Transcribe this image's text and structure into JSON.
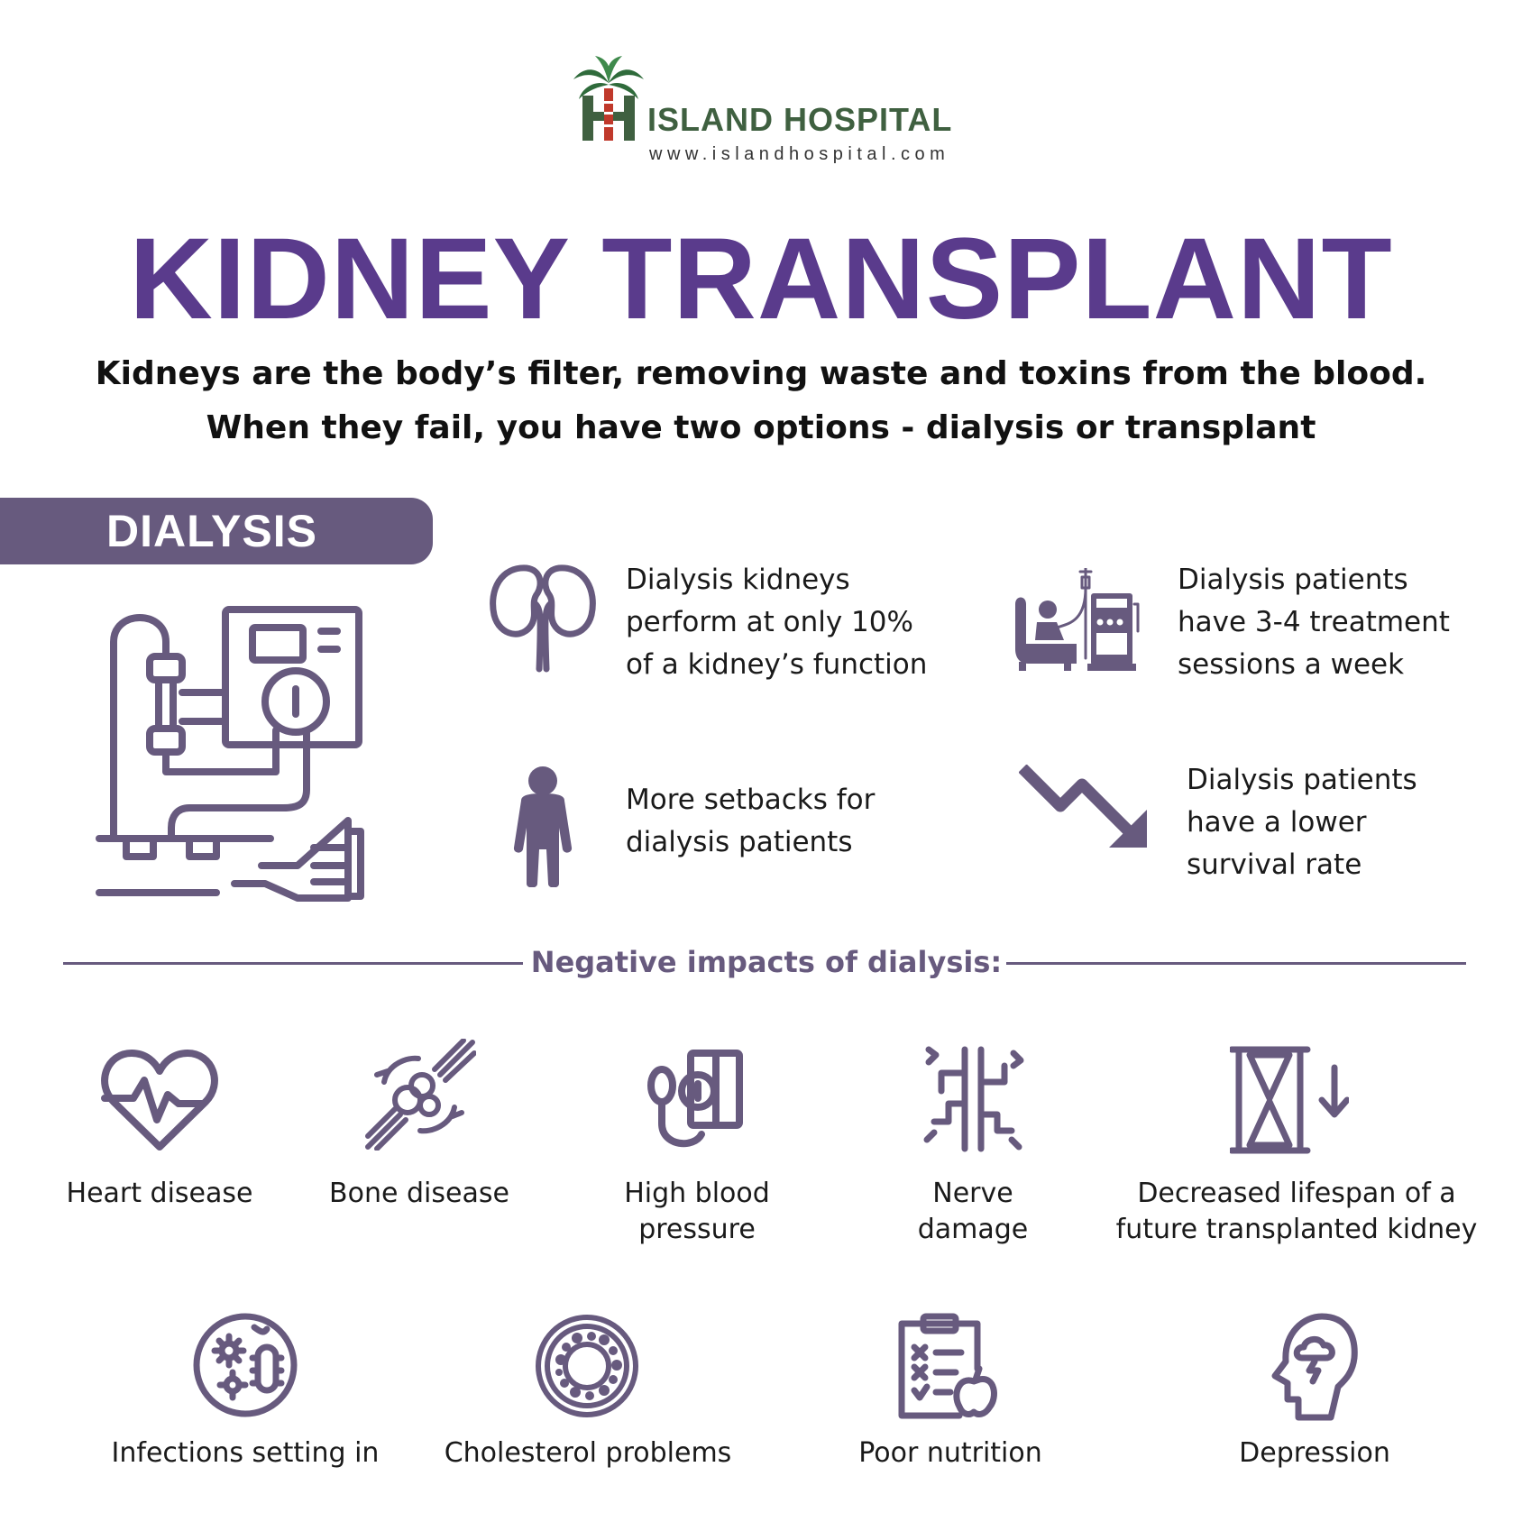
{
  "header": {
    "brand_name": "ISLAND HOSPITAL",
    "brand_url": "www.islandhospital.com"
  },
  "title": "KIDNEY TRANSPLANT",
  "intro": [
    "Kidneys are the body’s filter, removing waste and toxins from the blood.",
    "When they fail, you have two options - dialysis or transplant"
  ],
  "dialysis": {
    "label": "DIALYSIS",
    "facts": [
      {
        "icon": "kidneys-icon",
        "lines": [
          "Dialysis kidneys",
          "perform at only 10%",
          "of a kidney’s function"
        ]
      },
      {
        "icon": "patient-dialysis-machine-icon",
        "lines": [
          "Dialysis patients",
          "have 3-4 treatment",
          "sessions a week"
        ]
      },
      {
        "icon": "tired-person-icon",
        "lines": [
          "More setbacks for",
          "dialysis patients"
        ]
      },
      {
        "icon": "down-trend-arrow-icon",
        "lines": [
          "Dialysis patients",
          "have a lower",
          "survival rate"
        ]
      }
    ]
  },
  "negative_impacts": {
    "heading": "Negative impacts of dialysis:",
    "items": [
      {
        "icon": "heart-pulse-icon",
        "lines": [
          "Heart disease"
        ]
      },
      {
        "icon": "bone-joint-icon",
        "lines": [
          "Bone disease"
        ]
      },
      {
        "icon": "blood-pressure-icon",
        "lines": [
          "High blood",
          "pressure"
        ]
      },
      {
        "icon": "nerve-icon",
        "lines": [
          "Nerve",
          "damage"
        ]
      },
      {
        "icon": "hourglass-down-icon",
        "lines": [
          "Decreased lifespan of a",
          "future transplanted kidney"
        ]
      },
      {
        "icon": "bacteria-icon",
        "lines": [
          "Infections setting in"
        ]
      },
      {
        "icon": "artery-cholesterol-icon",
        "lines": [
          "Cholesterol problems"
        ]
      },
      {
        "icon": "clipboard-apple-icon",
        "lines": [
          "Poor nutrition"
        ]
      },
      {
        "icon": "head-storm-icon",
        "lines": [
          "Depression"
        ]
      }
    ]
  },
  "colors": {
    "title_purple": "#5a3b8c",
    "icon_gray_purple": "#675a7e",
    "brand_green": "#3f6040",
    "logo_red": "#c0392b"
  }
}
